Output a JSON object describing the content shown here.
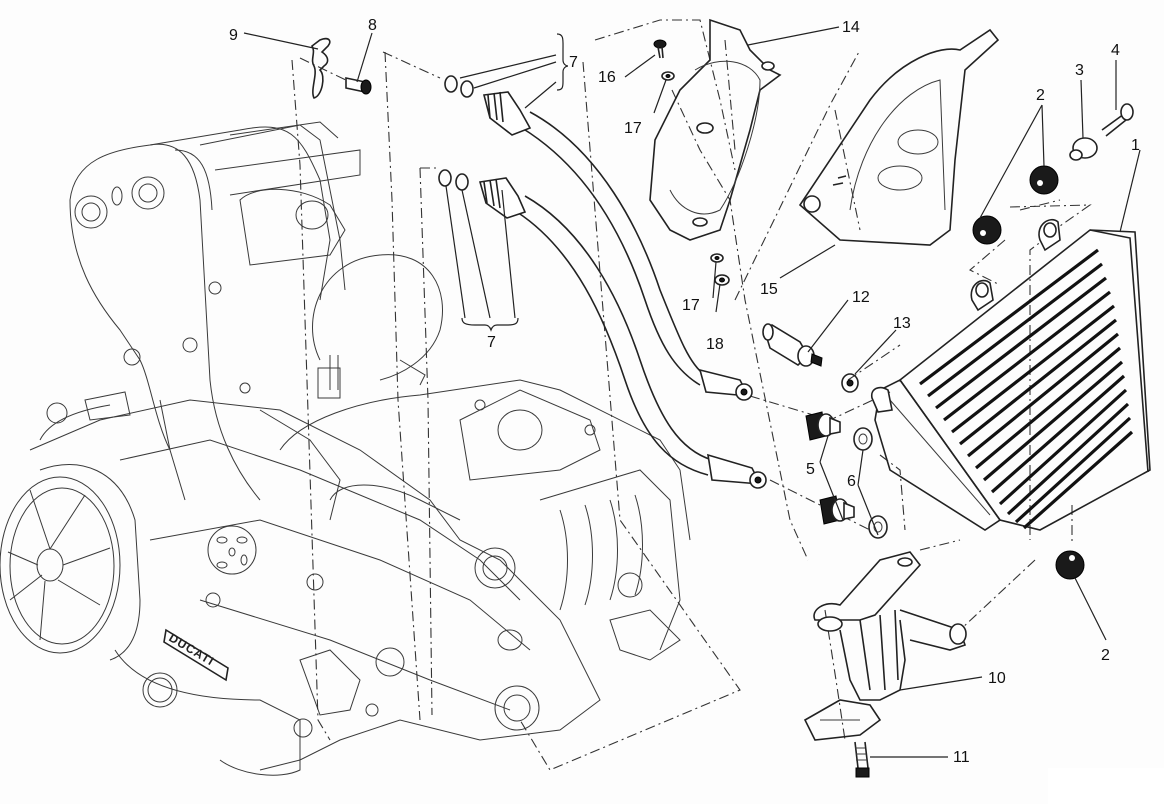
{
  "diagram": {
    "type": "exploded-parts-view",
    "subject": "Engine oil cooler assembly",
    "engine_logo_text": "DUCATI",
    "colors": {
      "background": "#fdfdfd",
      "line": "#222222",
      "dark_part": "#1a1a1a"
    },
    "callouts": [
      {
        "id": "c1",
        "number": "1",
        "part": "oil cooler radiator"
      },
      {
        "id": "c2a",
        "number": "2",
        "part": "rubber grommet (upper)"
      },
      {
        "id": "c2b",
        "number": "2",
        "part": "rubber grommet (lower)"
      },
      {
        "id": "c3",
        "number": "3",
        "part": "spacer bushing"
      },
      {
        "id": "c4",
        "number": "4",
        "part": "screw"
      },
      {
        "id": "c5",
        "number": "5",
        "part": "union fitting"
      },
      {
        "id": "c6",
        "number": "6",
        "part": "sealing washer"
      },
      {
        "id": "c7a",
        "number": "7",
        "part": "oil hose with o-rings (upper)"
      },
      {
        "id": "c7b",
        "number": "7",
        "part": "oil hose with o-rings (lower)"
      },
      {
        "id": "c8",
        "number": "8",
        "part": "screw"
      },
      {
        "id": "c9",
        "number": "9",
        "part": "hose retaining plate"
      },
      {
        "id": "c10",
        "number": "10",
        "part": "cooler support bracket"
      },
      {
        "id": "c11",
        "number": "11",
        "part": "screw"
      },
      {
        "id": "c12",
        "number": "12",
        "part": "union fitting"
      },
      {
        "id": "c13",
        "number": "13",
        "part": "sealing washer"
      },
      {
        "id": "c14",
        "number": "14",
        "part": "left cover"
      },
      {
        "id": "c15",
        "number": "15",
        "part": "right cover"
      },
      {
        "id": "c16",
        "number": "16",
        "part": "screw"
      },
      {
        "id": "c17a",
        "number": "17",
        "part": "washer"
      },
      {
        "id": "c17b",
        "number": "17",
        "part": "washer"
      },
      {
        "id": "c18",
        "number": "18",
        "part": "rubber washer"
      }
    ]
  }
}
